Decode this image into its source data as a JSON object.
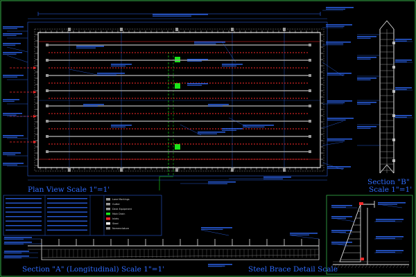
{
  "drawing": {
    "colors": {
      "background": "#000000",
      "frame": "#39b54a",
      "pool_outline": "#e8e8e8",
      "lane_rope": "#ff2a2a",
      "lane_line": "#9a9a9a",
      "annotation": "#2f6cff",
      "drain": "#19e619",
      "leader": "#39b54a"
    },
    "titles": {
      "plan": "Plan View  Scale  1\"=1'",
      "section_a": "Section \"A\" (Longitudinal)  Scale  1\"=1'",
      "section_b_1": "Section \"B\"",
      "section_b_2": "Scale  1\"=1'",
      "detail": "Steel Brace Detail  Scale"
    },
    "legend": {
      "items": [
        {
          "label": "Lane Markings",
          "color": "#9a9a9a"
        },
        {
          "label": "Gutter",
          "color": "#9a9a9a"
        },
        {
          "label": "Deck Equipment",
          "color": "#9a9a9a"
        },
        {
          "label": "Main Drain",
          "color": "#19e619"
        },
        {
          "label": "Inlets",
          "color": "#ff2a2a"
        },
        {
          "label": "Steel",
          "color": "#ffffff"
        },
        {
          "label": "Nomenclature",
          "color": "#9a9a9a"
        }
      ]
    }
  }
}
